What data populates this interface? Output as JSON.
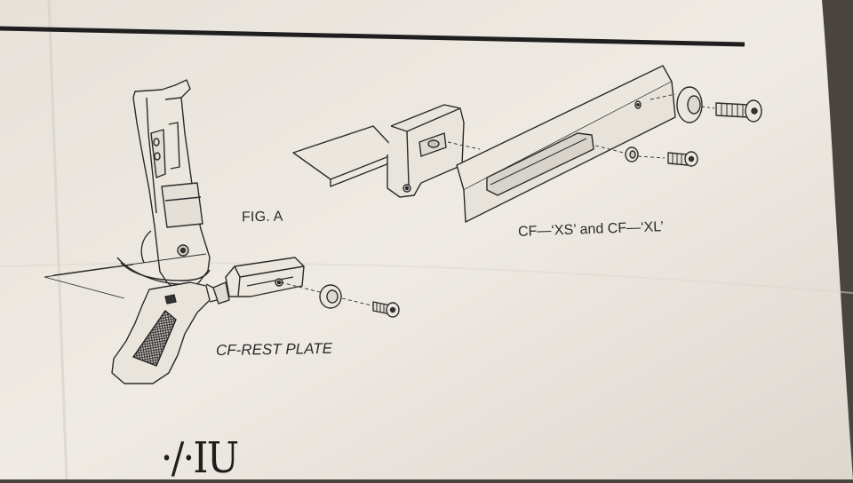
{
  "document": {
    "figure_label": "FIG. A",
    "part_labels": {
      "cf_xs_xl": "CF—‘XS’ and CF—‘XL’",
      "cf_rest_plate": "CF-REST PLATE"
    },
    "handwritten_mark": "·/·IU"
  },
  "colors": {
    "paper": "#ece8e0",
    "ink": "#2b2b2b",
    "background": "#4a4440"
  }
}
